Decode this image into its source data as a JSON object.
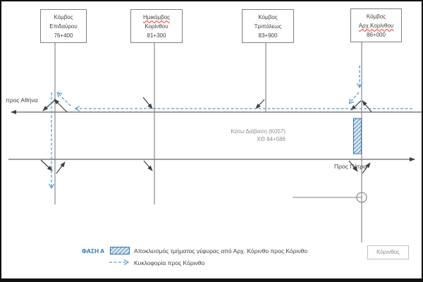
{
  "junction_boxes": [
    {
      "l1": "Κόμβος",
      "l2": "Επιδαύρου",
      "l3": "76+400"
    },
    {
      "l1": "Ημικόμβος",
      "l2": "Κορίνθου",
      "l3": "81+300"
    },
    {
      "l1": "Κόμβος",
      "l2": "Τριπόλεως",
      "l3": "83+900"
    },
    {
      "l1": "Κόμβος",
      "l2": "Αρχ.Κορίνθου",
      "l3": "86+000"
    }
  ],
  "labels": {
    "towards_athens": "προς Αθήνα",
    "towards_patras": "Προς Πάτρα",
    "underpass_line1": "Κάτω Διάβαση (Κ057)",
    "underpass_line2": "ΧΘ 84+586",
    "town_box": "Κόρινθος"
  },
  "legend": {
    "phase_label": "ΦΑΣΗ Α",
    "items": [
      {
        "swatch": "hatched-rect-swatch",
        "label": "Αποκλεισμός τμήματος γέφυρας από Αρχ. Κόρινθο προς Κόρινθο"
      },
      {
        "swatch": "dashed-arrow-swatch",
        "label": "Κυκλοφορία προς Κόρινθο"
      }
    ]
  },
  "colors": {
    "road": "#7f7f7f",
    "arrow": "#3f3f3f",
    "traffic": "#5b9bd5",
    "hatchborder": "#2e75b6",
    "hatchfill": "#dce6f1",
    "phase": "#2e75b6",
    "misspell": "#ff2a2a",
    "muted": "#8c8c8c",
    "boxborder": "#7f7f7f",
    "text": "#3f3f3f"
  }
}
